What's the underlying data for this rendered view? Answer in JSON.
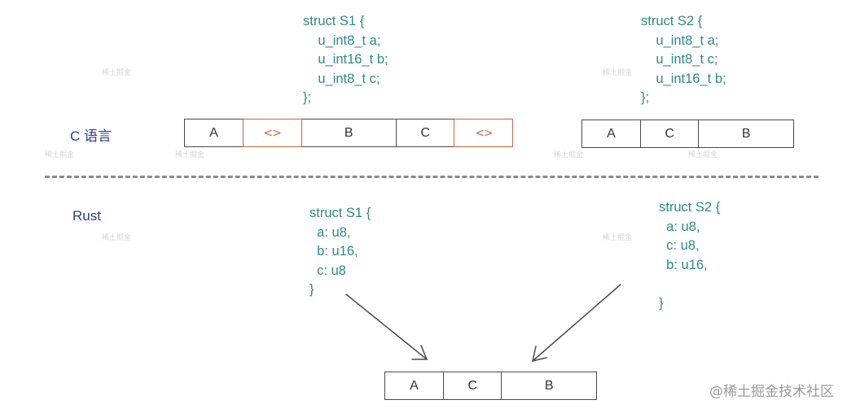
{
  "c_section": {
    "label": "C 语言",
    "s1_code": [
      "struct S1 {",
      "    u_int8_t a;",
      "    u_int16_t b;",
      "    u_int8_t c;",
      "};"
    ],
    "s1_layout": [
      "A",
      "<>",
      "B",
      "C",
      "<>"
    ],
    "s2_code": [
      "struct S2 {",
      "    u_int8_t a;",
      "    u_int8_t c;",
      "    u_int16_t b;",
      "};"
    ],
    "s2_layout": [
      "A",
      "C",
      "B"
    ]
  },
  "rust_section": {
    "label": "Rust",
    "s1_code": [
      "struct S1 {",
      "  a: u8,",
      "  b: u16,",
      "  c: u8",
      "}"
    ],
    "s2_code": [
      "struct S2 {",
      "  a: u8,",
      "  c: u8,",
      "  b: u16,",
      "",
      "}"
    ],
    "result_layout": [
      "A",
      "C",
      "B"
    ]
  },
  "watermark": "稀土掘金",
  "credit": "@稀土掘金技术社区",
  "colors": {
    "code": "#2e8a8c",
    "label": "#2b3d8f",
    "padding": "#c8643e",
    "cell_border": "#4a4a4a",
    "divider": "#8a8a8a"
  }
}
